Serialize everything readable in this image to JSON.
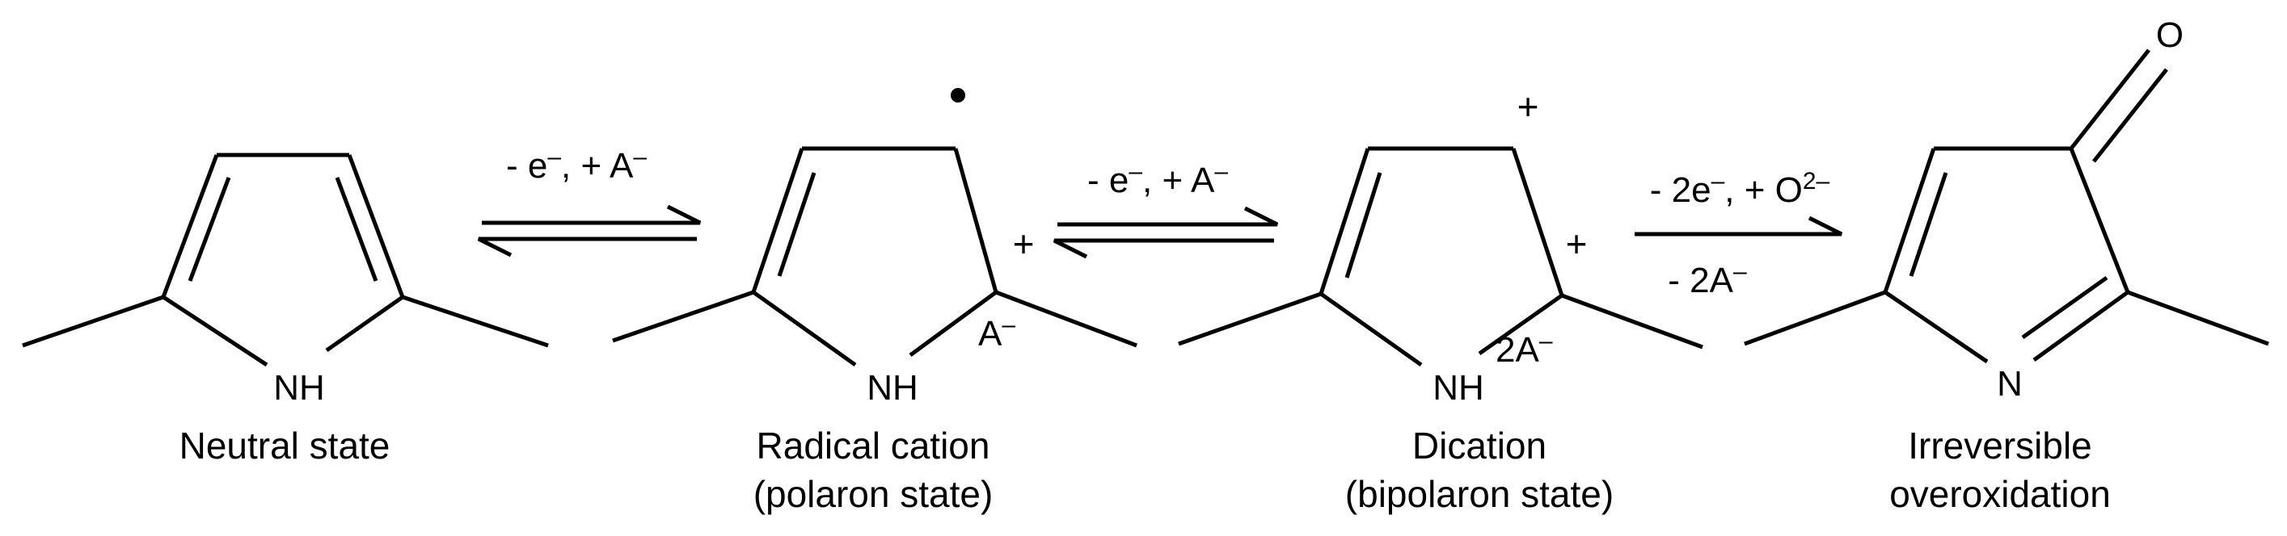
{
  "structures": [
    {
      "id": "neutral",
      "heteroatom": "NH",
      "caption": [
        "Neutral state"
      ],
      "charges": [],
      "counterion": ""
    },
    {
      "id": "polaron",
      "heteroatom": "NH",
      "caption": [
        "Radical cation",
        "(polaron state)"
      ],
      "charges": [
        "•",
        "+"
      ],
      "counterion": {
        "base": "A",
        "sup": "–"
      }
    },
    {
      "id": "bipolaron",
      "heteroatom": "NH",
      "caption": [
        "Dication",
        "(bipolaron state)"
      ],
      "charges": [
        "+",
        "+"
      ],
      "counterion": {
        "base": "2A",
        "sup": "–"
      }
    },
    {
      "id": "overoxidized",
      "heteroatom": "N",
      "carbonyl": "O",
      "caption": [
        "Irreversible",
        "overoxidation"
      ],
      "charges": [],
      "counterion": ""
    }
  ],
  "arrows": [
    {
      "type": "equilibrium",
      "above": [
        {
          "t": "- e"
        },
        {
          "t": "–",
          "sup": true
        },
        {
          "t": ", + A"
        },
        {
          "t": "–",
          "sup": true
        }
      ],
      "below": []
    },
    {
      "type": "equilibrium",
      "above": [
        {
          "t": "- e"
        },
        {
          "t": "–",
          "sup": true
        },
        {
          "t": ", + A"
        },
        {
          "t": "–",
          "sup": true
        }
      ],
      "below": []
    },
    {
      "type": "forward",
      "above": [
        {
          "t": "- 2e"
        },
        {
          "t": "–",
          "sup": true
        },
        {
          "t": ", + O"
        },
        {
          "t": "2–",
          "sup": true
        }
      ],
      "below": [
        {
          "t": "- 2A"
        },
        {
          "t": "–",
          "sup": true
        }
      ]
    }
  ]
}
